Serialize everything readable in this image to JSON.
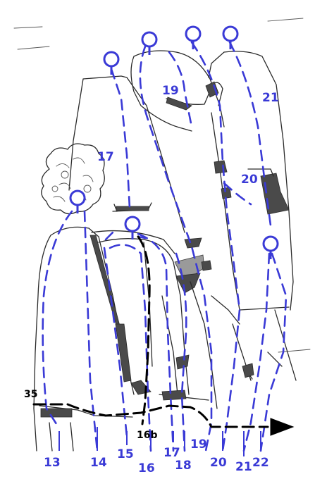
{
  "labels": {
    "n13": "13",
    "n14": "14",
    "n15": "15",
    "n16": "16",
    "n16b": "16b",
    "n17_top": "17",
    "n17_bottom": "17",
    "n18": "18",
    "n19_top": "19",
    "n19_bottom": "19",
    "n20_top": "20",
    "n20_bottom": "20",
    "n21_top": "21",
    "n21_bottom": "21",
    "n22": "22",
    "n35": "35"
  },
  "colors": {
    "annotation_blue": "#3a3ad6",
    "sketch": "#2a2a2a",
    "arrow": "#000000"
  },
  "icons": {
    "marker": "pin-circle-icon",
    "direction": "arrow-right-icon"
  }
}
